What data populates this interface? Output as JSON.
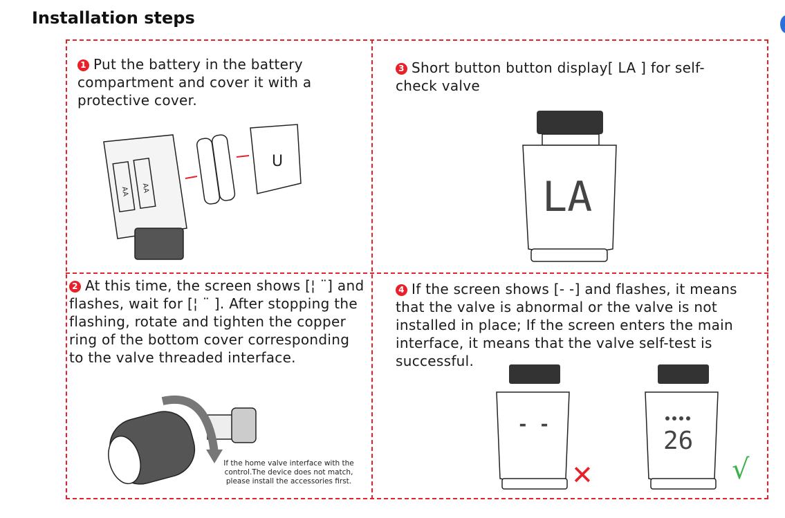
{
  "title": "Installation steps",
  "steps": [
    {
      "number": "1",
      "text": "Put the battery in the battery compartment and cover it with a protective cover."
    },
    {
      "number": "2",
      "text": "At this time, the screen shows [¦ ¨] and flashes, wait for [¦ ¨ ]. After stopping the flashing, rotate and tighten the copper ring of the bottom cover corresponding to the valve threaded interface."
    },
    {
      "number": "3",
      "text": "Short button button display[ LA ] for self-check valve"
    },
    {
      "number": "4",
      "text": "If the screen shows [- -] and flashes, it means that the valve is abnormal or the valve is not installed in place; If the screen enters the main interface, it means that the valve self-test is successful."
    }
  ],
  "note": "If the home valve interface with the control.The device does not match, please install the accessories first.",
  "battery_labels": [
    "AA",
    "AA"
  ],
  "cover_letter": "U",
  "display_self_check": "LA",
  "display_abnormal": "- -",
  "display_main": "26",
  "mark_fail": "✕",
  "mark_success": "√",
  "colors": {
    "accent": "#e8202a",
    "success": "#3bb14a",
    "text": "#1a1a1a"
  }
}
